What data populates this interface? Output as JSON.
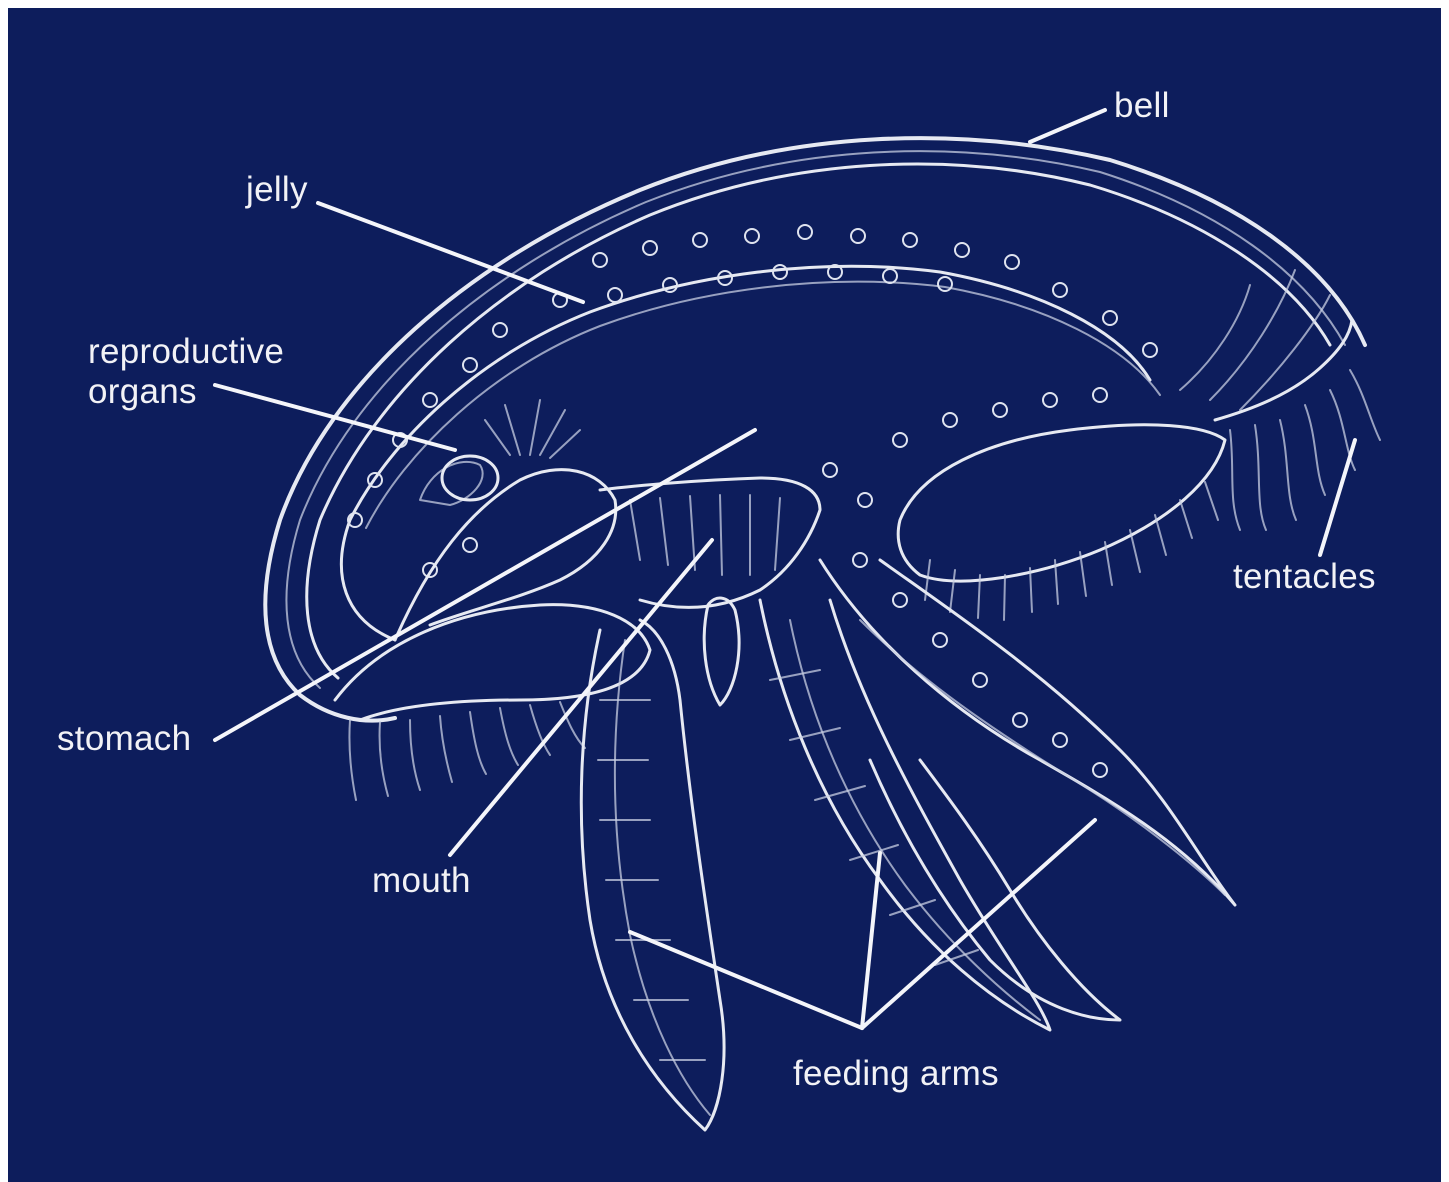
{
  "background_color": "#0d1d5c",
  "ink_color": "#e6e9f2",
  "labels": {
    "bell": "bell",
    "jelly": "jelly",
    "reproductive_line1": "reproductive",
    "reproductive_line2": "organs",
    "tentacles": "tentacles",
    "stomach": "stomach",
    "mouth": "mouth",
    "feeding_arms": "feeding arms"
  }
}
